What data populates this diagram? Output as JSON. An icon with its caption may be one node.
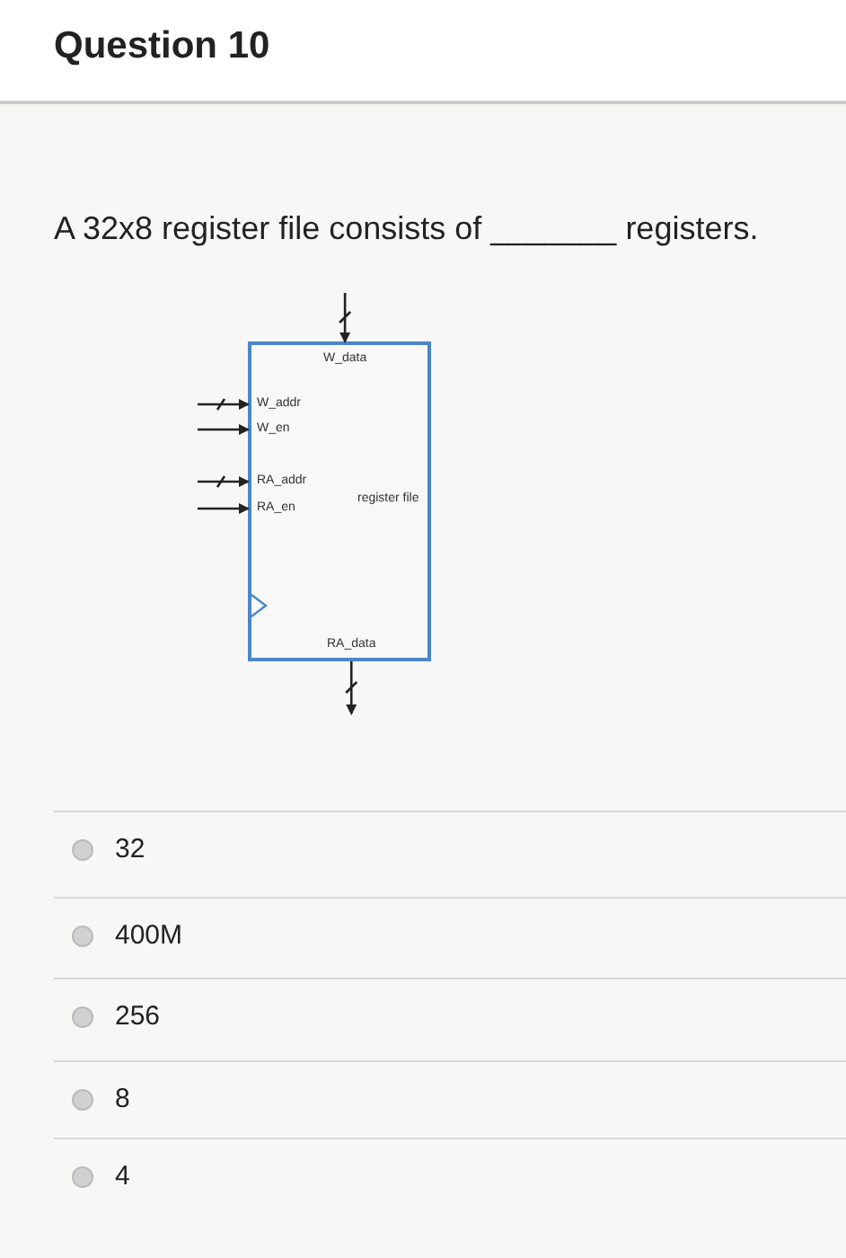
{
  "diagram": {
    "title": "Question 10",
    "nodes": [
      {
        "text": [
          "register file"
        ]
      },
      {
        "text": [
          "W_data"
        ],
        "in": 0
      },
      {
        "text": [
          "W_addr"
        ],
        "in": 0
      },
      {
        "text": [
          "W_en"
        ],
        "in": 0
      },
      {
        "text": [
          "RA_addr"
        ],
        "in": 0
      },
      {
        "text": [
          "RA_en"
        ],
        "in": 0
      },
      {
        "text": [
          "RA_data"
        ],
        "in": 0
      }
    ],
    "edges": [
      {
        "from": null,
        "to": 1,
        "arrow": "to"
      },
      {
        "from": null,
        "to": 2,
        "arrow": "to"
      },
      {
        "from": null,
        "to": 3,
        "arrow": "to"
      },
      {
        "from": null,
        "to": 4,
        "arrow": "to"
      },
      {
        "from": null,
        "to": 5,
        "arrow": "to"
      },
      {
        "from": 6,
        "to": null,
        "arrow": "to"
      }
    ],
    "labels": [
      "A 32x8 register file consists of _______ registers.",
      "32",
      "400M",
      "256",
      "8",
      "4"
    ]
  }
}
